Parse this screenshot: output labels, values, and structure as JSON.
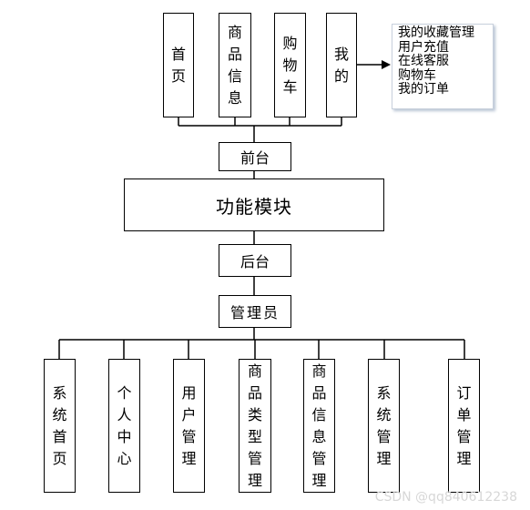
{
  "frontend_pages": [
    {
      "label": "首页",
      "name": "front-home"
    },
    {
      "label": "商品信息",
      "name": "front-product-info"
    },
    {
      "label": "购物车",
      "name": "front-cart"
    },
    {
      "label": "我的",
      "name": "front-mine"
    }
  ],
  "mine_submenu": [
    "我的收藏管理",
    "用户充值",
    "在线客服",
    "购物车",
    "我的订单"
  ],
  "front_label": "前台",
  "center_label": "功能模块",
  "back_label": "后台",
  "admin_label": "管理员",
  "admin_modules": [
    {
      "label": "系统首页",
      "name": "admin-home"
    },
    {
      "label": "个人中心",
      "name": "admin-personal-center"
    },
    {
      "label": "用户管理",
      "name": "admin-user-mgmt"
    },
    {
      "label": "商品类型管理",
      "name": "admin-product-type-mgmt"
    },
    {
      "label": "商品信息管理",
      "name": "admin-product-info-mgmt"
    },
    {
      "label": "系统管理",
      "name": "admin-system-mgmt"
    },
    {
      "label": "订单管理",
      "name": "admin-order-mgmt"
    }
  ],
  "watermark": "CSDN @qq840612238"
}
